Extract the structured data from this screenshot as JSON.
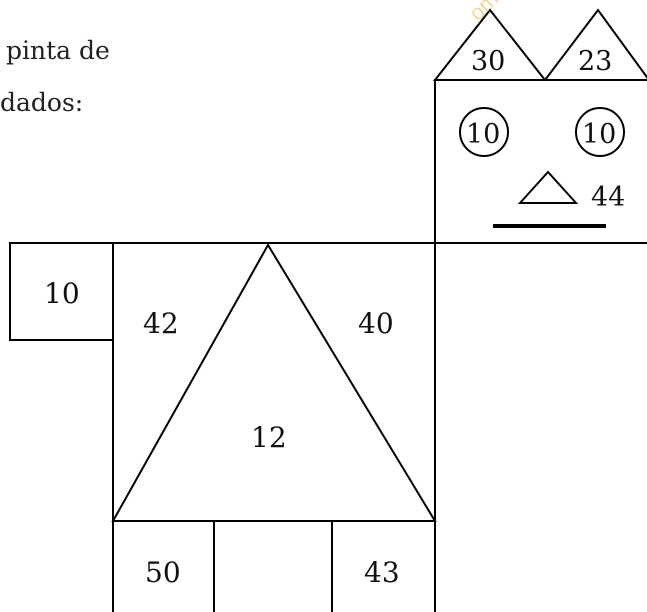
{
  "instructions": {
    "line1": "pinta de",
    "line2": "dados:"
  },
  "watermark": {
    "text": "om"
  },
  "shapes": {
    "left_square": "10",
    "big_square_left": "42",
    "big_square_right": "40",
    "triangle": "12",
    "leg_left": "50",
    "leg_right": "43",
    "ear_left": "30",
    "ear_right": "23",
    "eye_left": "10",
    "eye_right": "10",
    "nose": "44"
  }
}
